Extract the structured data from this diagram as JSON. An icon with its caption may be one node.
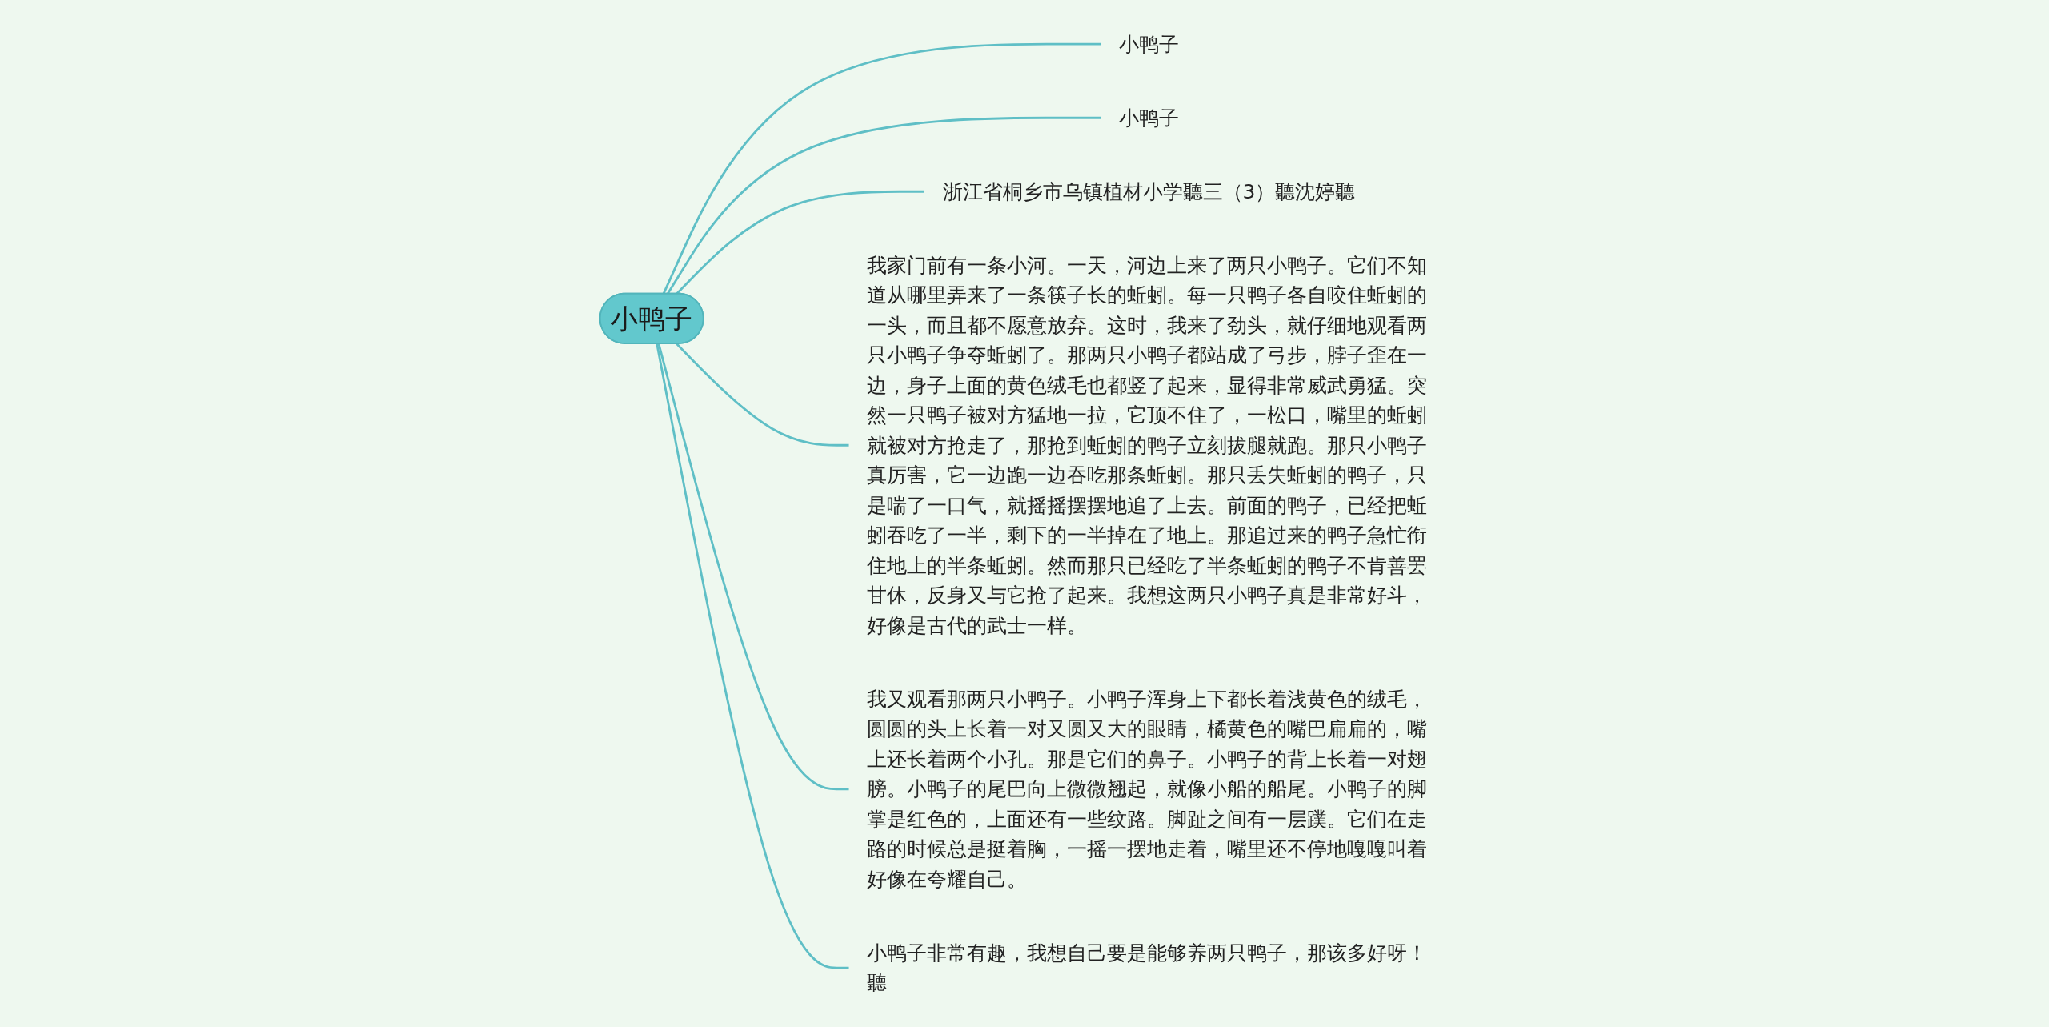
{
  "diagram": {
    "nodes": [
      {
        "text": [
          "小鸭子"
        ]
      },
      {
        "text": [
          "小鸭子"
        ]
      },
      {
        "text": [
          "小鸭子"
        ]
      },
      {
        "text": [
          "浙江省桐乡市乌镇植材小学聽三（3）聽沈婷聽"
        ]
      },
      {
        "text": [
          "我家门前有一条小河。一天，河边上来了两只小鸭子。它们不知道从哪里弄来了一条筷子长的蚯蚓。每一只鸭子各自咬住蚯蚓的一头，而且都不愿意放弃。这时，我来了劲头，就仔细地观看两只小鸭子争夺蚯蚓了。那两只小鸭子都站成了弓步，脖子歪在一边，身子上面的黄色绒毛也都竖了起来，显得非常威武勇猛。突然一只鸭子被对方猛地一拉，它顶不住了，一松口，嘴里的蚯蚓就被对方抢走了，那抢到蚯蚓的鸭子立刻拔腿就跑。那只小鸭子真厉害，它一边跑一边吞吃那条蚯蚓。那只丢失蚯蚓的鸭子，只是喘了一口气，就摇摇摆摆地追了上去。前面的鸭子，已经把蚯蚓吞吃了一半，剩下的一半掉在了地上。那追过来的鸭子急忙衔住地上的半条蚯蚓。然而那只已经吃了半条蚯蚓的鸭子不肯善罢甘休，反身又与它抢了起来。我想这两只小鸭子真是非常好斗，好像是古代的武士一样。"
        ]
      },
      {
        "text": [
          "我又观看那两只小鸭子。小鸭子浑身上下都长着浅黄色的绒毛，圆圆的头上长着一对又圆又大的眼睛，橘黄色的嘴巴扁扁的，嘴上还长着两个小孔。那是它们的鼻子。小鸭子的背上长着一对翅膀。小鸭子的尾巴向上微微翘起，就像小船的船尾。小鸭子的脚掌是红色的，上面还有一些纹路。脚趾之间有一层蹼。它们在走路的时候总是挺着胸，一摇一摆地走着，嘴里还不停地嘎嘎叫着好像在夸耀自己。"
        ]
      },
      {
        "text": [
          "小鸭子非常有趣，我想自己要是能够养两只鸭子，那该多好呀！聽"
        ]
      }
    ],
    "edges": [
      {
        "from": 0,
        "to": 1,
        "arrow": "none"
      },
      {
        "from": 0,
        "to": 2,
        "arrow": "none"
      },
      {
        "from": 0,
        "to": 3,
        "arrow": "none"
      },
      {
        "from": 0,
        "to": 4,
        "arrow": "none"
      },
      {
        "from": 0,
        "to": 5,
        "arrow": "none"
      },
      {
        "from": 0,
        "to": 6,
        "arrow": "none"
      }
    ]
  }
}
